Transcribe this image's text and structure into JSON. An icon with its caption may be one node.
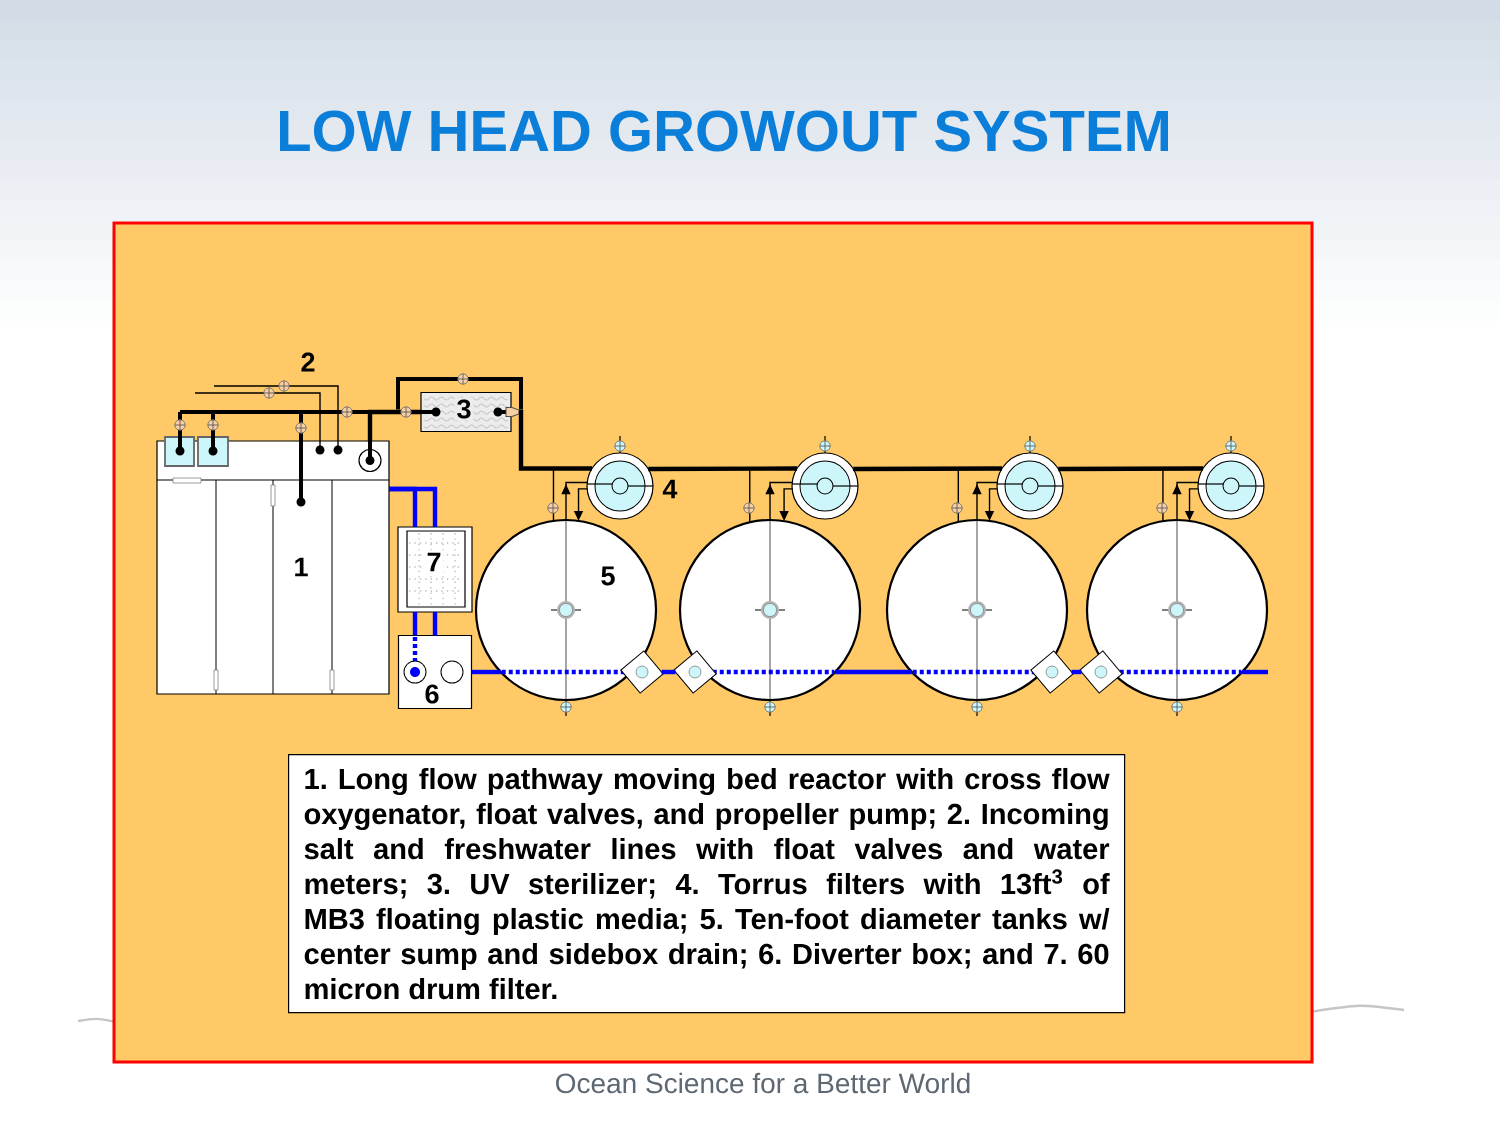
{
  "diagram": {
    "title": "LOW HEAD GROWOUT SYSTEM",
    "caption": "1. Long flow pathway moving bed reactor with cross flow oxygenator, float valves, and propeller pump; 2. Incoming salt and freshwater lines with float valves and water meters; 3. UV sterilizer; 4. Torrus filters with 13ft$^{3}$ of MB3 floating plastic media; 5. Ten-foot diameter tanks w/ center sump and sidebox drain; 6. Diverter box; and 7. 60 micron drum filter.",
    "nodes": [
      {
        "text": [
          "1"
        ]
      },
      {
        "text": [
          "3"
        ]
      },
      {
        "text": [],
        "shape": "circle",
        "beside": [
          "4"
        ]
      },
      {
        "text": [],
        "shape": "circle"
      },
      {
        "text": [],
        "shape": "circle"
      },
      {
        "text": [],
        "shape": "circle"
      },
      {
        "text": [
          "5"
        ]
      },
      {
        "text": [],
        "shape": "circle"
      },
      {
        "text": [],
        "shape": "circle"
      },
      {
        "text": [],
        "shape": "circle"
      },
      {
        "text": [
          "7"
        ]
      },
      {
        "text": [
          "6"
        ]
      }
    ],
    "edges": [
      {
        "from": 0,
        "to": 1,
        "arrow": "none",
        "style": "thick"
      },
      {
        "from": 1,
        "to": 2,
        "arrow": "none",
        "style": "thick"
      },
      {
        "from": 2,
        "to": 3,
        "arrow": "none",
        "style": "thick"
      },
      {
        "from": 3,
        "to": 4,
        "arrow": "none",
        "style": "thick"
      },
      {
        "from": 4,
        "to": 5,
        "arrow": "none",
        "style": "thick"
      },
      {
        "from": 1,
        "to": 6,
        "arrow": "none"
      },
      {
        "from": 2,
        "to": 7,
        "arrow": "none"
      },
      {
        "from": 3,
        "to": 8,
        "arrow": "none"
      },
      {
        "from": 4,
        "to": 9,
        "arrow": "none"
      },
      {
        "from": 2,
        "to": 6,
        "arrow": "to"
      },
      {
        "from": 3,
        "to": 7,
        "arrow": "to"
      },
      {
        "from": 4,
        "to": 8,
        "arrow": "to"
      },
      {
        "from": 5,
        "to": 9,
        "arrow": "to"
      },
      {
        "from": 6,
        "to": 2,
        "arrow": "to"
      },
      {
        "from": 7,
        "to": 3,
        "arrow": "to"
      },
      {
        "from": 8,
        "to": 4,
        "arrow": "to"
      },
      {
        "from": 9,
        "to": 5,
        "arrow": "to"
      },
      {
        "from": null,
        "to": 9,
        "arrow": "none",
        "style": "thick",
        "color": "#0000ff"
      },
      {
        "from": 9,
        "to": 8,
        "arrow": "none",
        "style": "thick",
        "color": "#0000ff"
      },
      {
        "from": 8,
        "to": 7,
        "arrow": "none",
        "style": "thick",
        "color": "#0000ff"
      },
      {
        "from": 7,
        "to": 6,
        "arrow": "none",
        "style": "thick",
        "color": "#0000ff"
      },
      {
        "from": 6,
        "to": 11,
        "arrow": "none",
        "style": "thick",
        "color": "#0000ff"
      },
      {
        "from": 11,
        "to": 10,
        "arrow": "none",
        "style": "thick",
        "color": "#0000ff"
      },
      {
        "from": 11,
        "to": 10,
        "arrow": "none",
        "style": "thick",
        "color": "#0000ff"
      },
      {
        "from": 10,
        "to": 0,
        "arrow": "none",
        "style": "thick",
        "color": "#0000ff"
      },
      {
        "from": 10,
        "to": 0,
        "arrow": "none",
        "style": "thick",
        "color": "#0000ff"
      },
      {
        "from": null,
        "to": 0,
        "arrow": "none"
      },
      {
        "from": null,
        "to": 0,
        "arrow": "none"
      }
    ],
    "labels": [
      "2",
      "Ocean Science for a Better World"
    ]
  }
}
